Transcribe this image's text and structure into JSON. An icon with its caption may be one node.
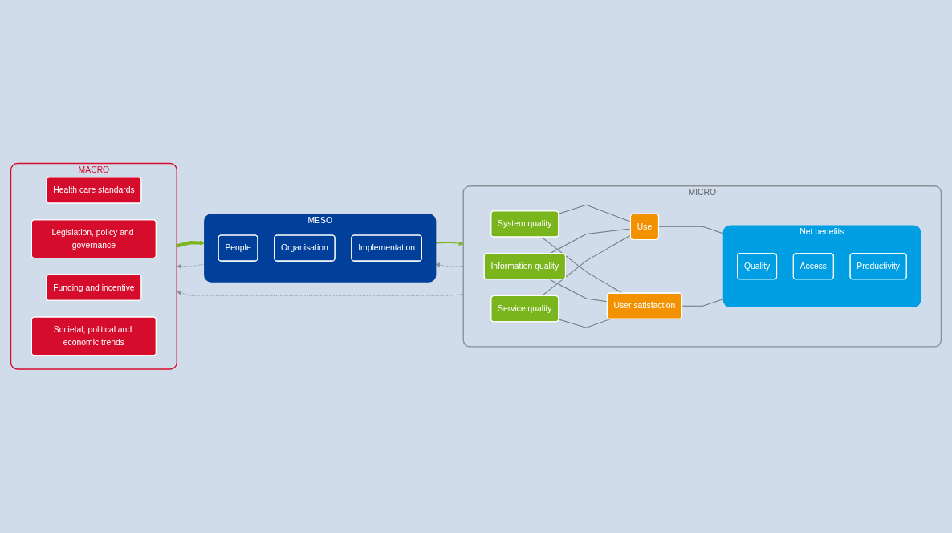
{
  "diagram": {
    "nodes": [
      {
        "text": [
          "MESO"
        ]
      },
      {
        "text": [
          "People"
        ],
        "in": 0
      },
      {
        "text": [
          "Organisation"
        ],
        "in": 0
      },
      {
        "text": [
          "Implementation"
        ],
        "in": 0
      },
      {
        "text": [
          "MICRO"
        ]
      },
      {
        "text": [
          "System quality"
        ],
        "in": 4
      },
      {
        "text": [
          "Information quality"
        ],
        "in": 4
      },
      {
        "text": [
          "Service quality"
        ],
        "in": 4
      },
      {
        "text": [
          "Use"
        ],
        "in": 4
      },
      {
        "text": [
          "User satisfaction"
        ],
        "in": 4
      },
      {
        "text": [
          "Net benefits"
        ],
        "in": 4
      },
      {
        "text": [
          "Quality"
        ],
        "in": 10
      },
      {
        "text": [
          "Access"
        ],
        "in": 10
      },
      {
        "text": [
          "Productivity"
        ],
        "in": 10
      },
      {
        "text": [
          "MACRO"
        ]
      },
      {
        "text": [
          "Health care standards"
        ],
        "in": 14
      },
      {
        "text": [
          "Legislation, policy and governance"
        ],
        "in": 14
      },
      {
        "text": [
          "Funding and incentive"
        ],
        "in": 14
      },
      {
        "text": [
          "Societal, political and economic trends"
        ],
        "in": 14
      }
    ],
    "edges": [
      {
        "from": 4,
        "to": 0,
        "arrow": "to",
        "style": "dashed"
      },
      {
        "from": 0,
        "to": 4,
        "arrow": "to",
        "color": "#7ab51d"
      },
      {
        "from": 0,
        "to": 14,
        "arrow": "to",
        "style": "dashed"
      },
      {
        "from": 14,
        "to": 0,
        "arrow": "to",
        "style": "thick",
        "color": "#7ab51d"
      },
      {
        "from": 4,
        "to": 14,
        "arrow": "to",
        "style": "dashed"
      },
      {
        "from": 5,
        "to": 8,
        "arrow": "none"
      },
      {
        "from": 5,
        "to": 9,
        "arrow": "none"
      },
      {
        "from": 6,
        "to": 8,
        "arrow": "none"
      },
      {
        "from": 6,
        "to": 9,
        "arrow": "none"
      },
      {
        "from": 7,
        "to": 8,
        "arrow": "none"
      },
      {
        "from": 7,
        "to": 9,
        "arrow": "none"
      },
      {
        "from": 8,
        "to": 10,
        "arrow": "none"
      },
      {
        "from": 9,
        "to": 10,
        "arrow": "none"
      }
    ]
  }
}
